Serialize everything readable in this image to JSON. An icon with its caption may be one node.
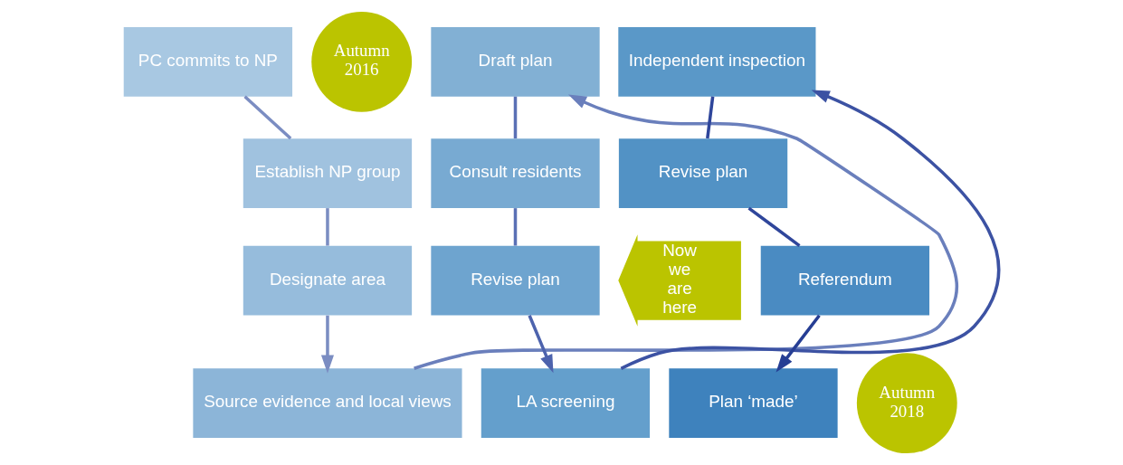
{
  "diagram": {
    "nodes": [
      {
        "text": [
          "PC commits to NP"
        ]
      },
      {
        "text": [
          "Autumn 2016"
        ]
      },
      {
        "text": [
          "Establish NP group"
        ]
      },
      {
        "text": [
          "Designate area"
        ]
      },
      {
        "text": [
          "Source evidence and local views"
        ]
      },
      {
        "text": [
          "Draft plan"
        ]
      },
      {
        "text": [
          "Consult residents"
        ]
      },
      {
        "text": [
          "Revise plan"
        ]
      },
      {
        "text": [
          "Now we are here"
        ]
      },
      {
        "text": [
          "LA screening"
        ]
      },
      {
        "text": [
          "Independent inspection"
        ]
      },
      {
        "text": [
          "Revise plan"
        ]
      },
      {
        "text": [
          "Referendum"
        ]
      },
      {
        "text": [
          "Plan ‘made’"
        ]
      },
      {
        "text": [
          "Autumn 2018"
        ]
      }
    ],
    "edges": [
      {
        "from": 0,
        "to": 2,
        "arrow": "none"
      },
      {
        "from": 2,
        "to": 3,
        "arrow": "none"
      },
      {
        "from": 3,
        "to": 4,
        "arrow": "to"
      },
      {
        "from": 4,
        "to": 5,
        "arrow": "to"
      },
      {
        "from": 5,
        "to": 6,
        "arrow": "none"
      },
      {
        "from": 6,
        "to": 7,
        "arrow": "none"
      },
      {
        "from": 7,
        "to": 9,
        "arrow": "to"
      },
      {
        "from": 9,
        "to": 10,
        "arrow": "to"
      },
      {
        "from": 10,
        "to": 11,
        "arrow": "none"
      },
      {
        "from": 11,
        "to": 12,
        "arrow": "none"
      },
      {
        "from": 12,
        "to": 13,
        "arrow": "to"
      }
    ]
  }
}
